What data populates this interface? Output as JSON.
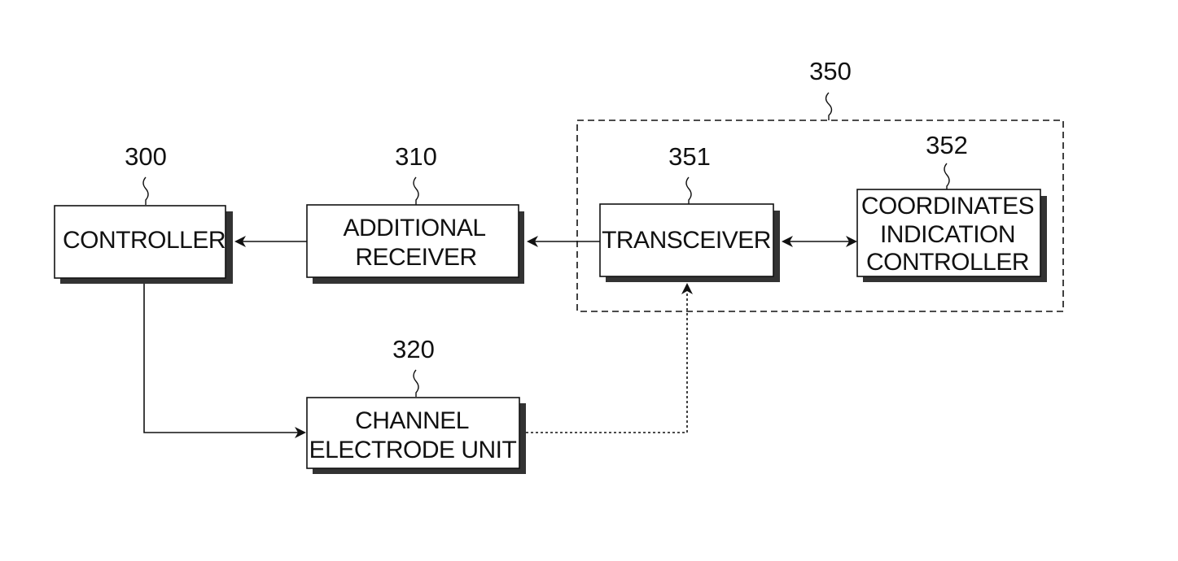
{
  "diagram": {
    "blocks": {
      "controller": {
        "ref": "300",
        "lines": [
          "CONTROLLER"
        ]
      },
      "additional_receiver": {
        "ref": "310",
        "lines": [
          "ADDITIONAL",
          "RECEIVER"
        ]
      },
      "channel_electrode_unit": {
        "ref": "320",
        "lines": [
          "CHANNEL",
          "ELECTRODE UNIT"
        ]
      },
      "transceiver": {
        "ref": "351",
        "lines": [
          "TRANSCEIVER"
        ]
      },
      "coordinates_indication_controller": {
        "ref": "352",
        "lines": [
          "COORDINATES",
          "INDICATION",
          "CONTROLLER"
        ]
      }
    },
    "group": {
      "ref": "350"
    },
    "connections": [
      {
        "from": "additional_receiver",
        "to": "controller",
        "style": "solid-arrow"
      },
      {
        "from": "transceiver",
        "to": "additional_receiver",
        "style": "solid-arrow"
      },
      {
        "from": "transceiver",
        "to": "coordinates_indication_controller",
        "style": "double-arrow"
      },
      {
        "from": "controller",
        "to": "channel_electrode_unit",
        "style": "solid-arrow"
      },
      {
        "from": "channel_electrode_unit",
        "to": "transceiver",
        "style": "dotted-arrow"
      }
    ],
    "colors": {
      "line": "#111111",
      "shadow": "#333333",
      "background": "#ffffff"
    }
  }
}
